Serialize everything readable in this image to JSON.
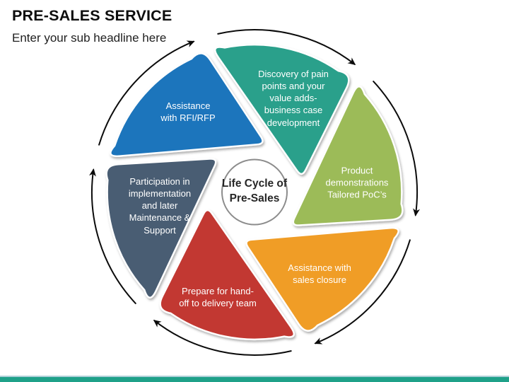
{
  "header": {
    "title": "PRE-SALES SERVICE",
    "subtitle": "Enter your sub headline here"
  },
  "diagram": {
    "center_label": "Life Cycle of Pre-Sales",
    "circle_border_color": "#8C8C8C",
    "arrow_color": "#0B0B0B",
    "segments": [
      {
        "name": "discovery",
        "label": "Discovery of pain points and your value adds- business case development",
        "color": "#29A08B",
        "position": "top"
      },
      {
        "name": "product-demonstrations",
        "label": "Product demonstrations Tailored PoC’s",
        "color": "#9CBB59",
        "position": "right"
      },
      {
        "name": "sales-closure",
        "label": "Assistance with sales closure",
        "color": "#F09D28",
        "position": "bottom-right"
      },
      {
        "name": "handoff-delivery",
        "label": "Prepare for hand-off to delivery team",
        "color": "#C23931",
        "position": "bottom-left"
      },
      {
        "name": "implementation-support",
        "label": "Participation in implementation and later Maintenance & Support",
        "color": "#4A5D73",
        "position": "left"
      },
      {
        "name": "rfi-rfp",
        "label": "Assistance with RFI/RFP",
        "color": "#1B75BC",
        "position": "top-left"
      }
    ]
  },
  "footer": {
    "bar_color": "#1FA189",
    "accent_line_color": "#AFD0D8"
  }
}
